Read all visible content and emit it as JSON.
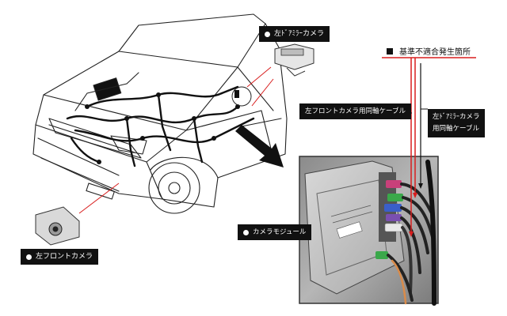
{
  "labels": {
    "left_mirror_camera": "左ﾄﾞｱﾐﾗｰカメラ",
    "left_front_camera": "左フロントカメラ",
    "left_front_camera_coax_cable": "左フロントカメラ用同軸ケーブル",
    "left_mirror_camera_coax_cable_line1": "左ﾄﾞｱﾐﾗｰカメラ",
    "left_mirror_camera_coax_cable_line2": "用同軸ケーブル",
    "camera_module": "カメラモジュール"
  },
  "legend": {
    "nonconformance_location": "基準不適合発生箇所"
  },
  "colors": {
    "label_bg": "#111111",
    "nonconformance_line": "#d81e1e",
    "connector_pink": "#c8407a",
    "connector_green": "#3aa84a",
    "connector_blue": "#3a5fc8",
    "connector_violet": "#7a4fb0",
    "connector_white": "#e8e8e8"
  },
  "icons": {
    "label_marker": "white-dot-icon",
    "legend_marker": "black-square-icon",
    "callout_arrow": "black-arrow-icon"
  }
}
